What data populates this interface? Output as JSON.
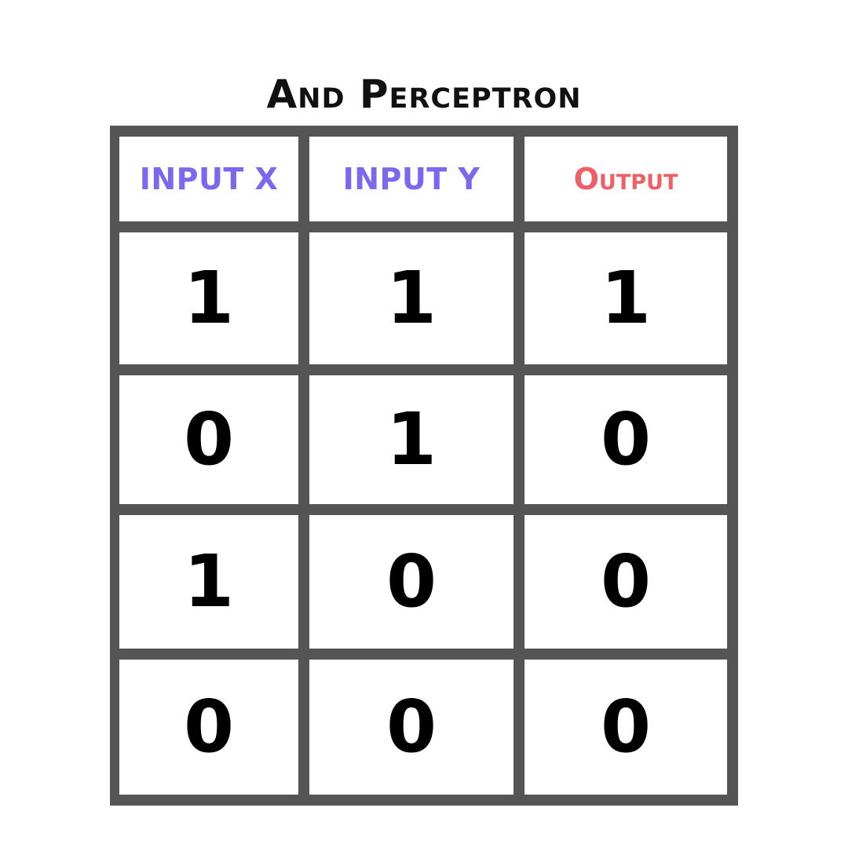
{
  "title": "And Perceptron",
  "table": {
    "headers": [
      "INPUT X",
      "INPUT Y",
      "Output"
    ],
    "rows": [
      [
        "1",
        "1",
        "1"
      ],
      [
        "0",
        "1",
        "0"
      ],
      [
        "1",
        "0",
        "0"
      ],
      [
        "0",
        "0",
        "0"
      ]
    ]
  },
  "colors": {
    "input_header": "#7b68ee",
    "output_header": "#ee5f66",
    "grid_lines": "#555555",
    "values": "#000000",
    "title": "#111111"
  }
}
